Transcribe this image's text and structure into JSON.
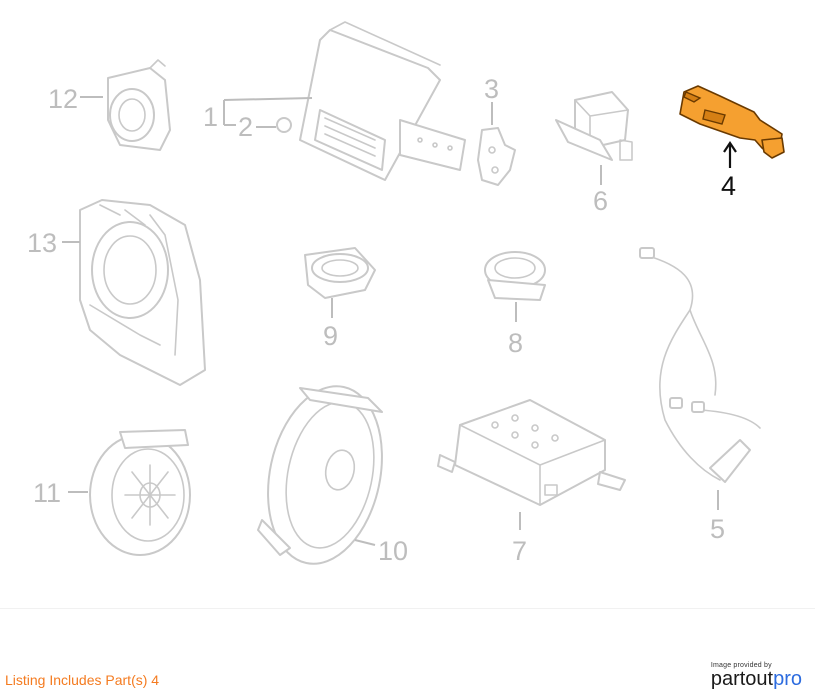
{
  "callouts": {
    "c1": "1",
    "c2": "2",
    "c3": "3",
    "c4": "4",
    "c5": "5",
    "c6": "6",
    "c7": "7",
    "c8": "8",
    "c9": "9",
    "c10": "10",
    "c11": "11",
    "c12": "12",
    "c13": "13"
  },
  "highlighted_part": "4",
  "footer": {
    "listing_text": "Listing Includes Part(s) 4",
    "credit_small": "Image provided by",
    "brand_main": "partout",
    "brand_accent": "pro"
  },
  "colors": {
    "highlight": "#f5a030",
    "line_art": "#c9c9c9",
    "listing_text": "#f47b20"
  }
}
